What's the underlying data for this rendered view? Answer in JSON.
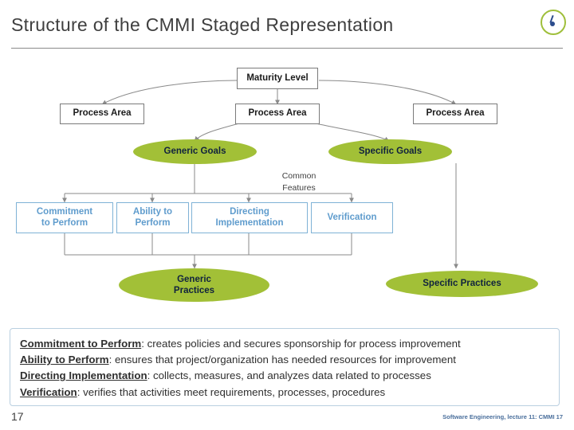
{
  "slide": {
    "title": "Structure of the CMMI Staged Representation",
    "page_number": "17",
    "footer": "Software Engineering, lecture 11: CMMI  17",
    "logo_icon": "circle-logo-icon"
  },
  "diagram": {
    "maturity_level": "Maturity Level",
    "process_areas": [
      "Process Area",
      "Process Area",
      "Process Area"
    ],
    "generic_goals": "Generic Goals",
    "specific_goals": "Specific Goals",
    "common_features": "Common\nFeatures",
    "common_features_line1": "Common",
    "common_features_line2": "Features",
    "features": [
      {
        "line1": "Commitment",
        "line2": "to Perform"
      },
      {
        "line1": "Ability to",
        "line2": "Perform"
      },
      {
        "line1": "Directing",
        "line2": "Implementation"
      },
      {
        "line1": "Verification",
        "line2": ""
      }
    ],
    "generic_practices_line1": "Generic",
    "generic_practices_line2": "Practices",
    "specific_practices": "Specific Practices"
  },
  "legend": {
    "lines": [
      {
        "term": "Commitment to Perform",
        "text": ": creates policies and secures sponsorship for process improvement"
      },
      {
        "term": "Ability to Perform",
        "text": ": ensures that project/organization has needed resources for improvement"
      },
      {
        "term": "Directing Implementation",
        "text": ": collects, measures, and analyzes data related to processes"
      },
      {
        "term": "Verification",
        "text": ": verifies that activities meet requirements, processes, procedures"
      }
    ]
  },
  "colors": {
    "green": "#a2c037",
    "blue_text": "#5f9ccd",
    "title": "#3f3f3f",
    "legend_border": "#b9cfe0"
  }
}
